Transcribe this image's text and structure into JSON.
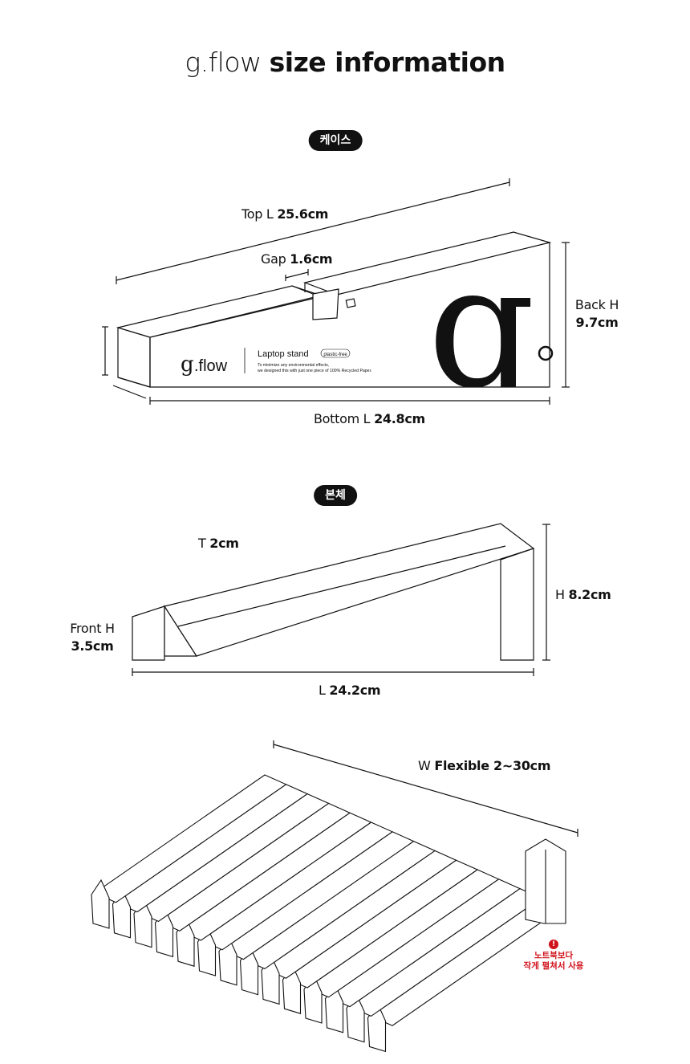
{
  "title": {
    "brand": "g.flow",
    "rest": "size information"
  },
  "case": {
    "badge": "케이스",
    "top_l": {
      "label": "Top L",
      "value": "25.6cm"
    },
    "gap": {
      "label": "Gap",
      "value": "1.6cm"
    },
    "back_h": {
      "label": "Back H",
      "value": "9.7cm"
    },
    "bottom_l": {
      "label": "Bottom L",
      "value": "24.8cm"
    },
    "box": {
      "logo": "g.flow",
      "product": "Laptop stand",
      "tag": "plastic-free",
      "desc_line1": "To minimize any environmental effects,",
      "desc_line2": "we designed this with just one piece of 100% Recycled Paper.",
      "big_letter": "g"
    }
  },
  "body": {
    "badge": "본체",
    "t": {
      "label": "T",
      "value": "2cm"
    },
    "front_h": {
      "label": "Front H",
      "value": "3.5cm"
    },
    "h": {
      "label": "H",
      "value": "8.2cm"
    },
    "l": {
      "label": "L",
      "value": "24.2cm"
    }
  },
  "folded": {
    "w": {
      "label": "W",
      "value": "Flexible 2~30cm"
    },
    "warning_icon": "!",
    "warning_line1": "노트북보다",
    "warning_line2": "작게 펼쳐서 사용"
  },
  "colors": {
    "line": "#111111",
    "badge_bg": "#111111",
    "warning": "#d0121b"
  }
}
